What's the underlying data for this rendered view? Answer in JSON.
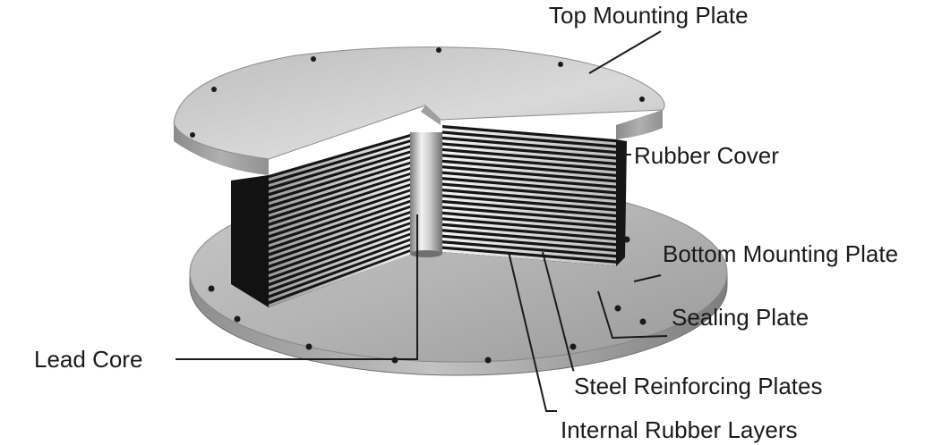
{
  "labels": {
    "top_mounting_plate": "Top Mounting Plate",
    "rubber_cover": "Rubber Cover",
    "bottom_mounting_plate": "Bottom Mounting Plate",
    "sealing_plate": "Sealing Plate",
    "lead_core": "Lead Core",
    "steel_reinforcing_plates": "Steel Reinforcing Plates",
    "internal_rubber_layers": "Internal Rubber Layers"
  },
  "colors": {
    "plate_light": "#d4d4d4",
    "plate_mid": "#b8b8b8",
    "plate_dark": "#8a8a8a",
    "rubber": "#111111",
    "steel_layer": "#e6e6e6",
    "lead_core": "#c9c9c9",
    "leader_line": "#1a1a1a",
    "label_text": "#1a1a1a"
  }
}
